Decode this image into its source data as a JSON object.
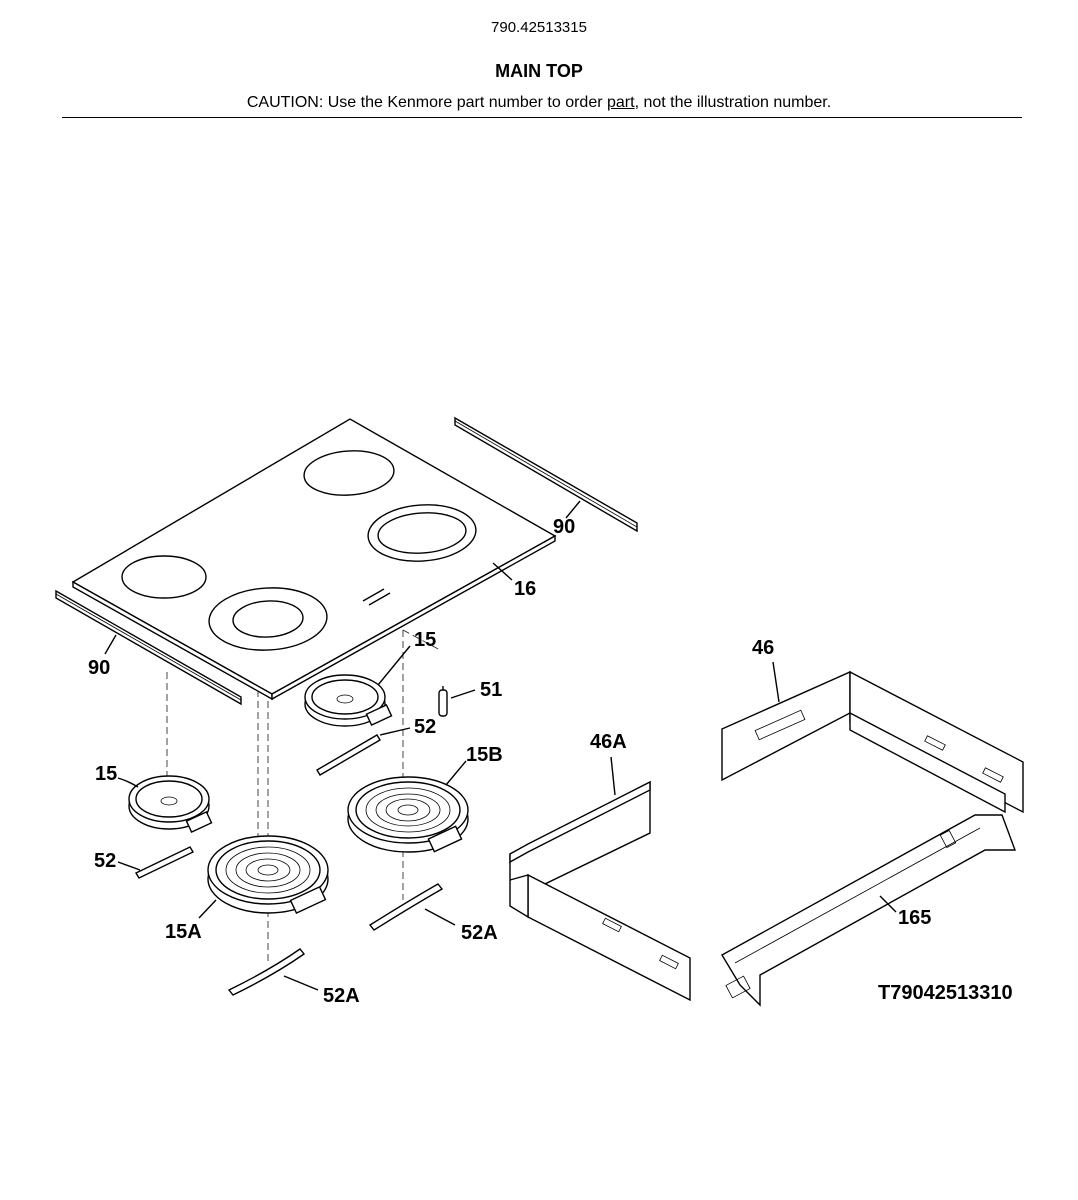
{
  "header": {
    "model_number": "790.42513315",
    "title": "MAIN TOP",
    "caution_before": "CAUTION: Use the Kenmore part number to order ",
    "caution_underlined": "part",
    "caution_after": ", not the illustration number."
  },
  "diagram": {
    "drawing_number": "T79042513310",
    "callouts": {
      "c16": "16",
      "c90_right": "90",
      "c90_left": "90",
      "c15_top": "15",
      "c51": "51",
      "c52_top": "52",
      "c15_left": "15",
      "c15b": "15B",
      "c52_left": "52",
      "c15a": "15A",
      "c52a_right": "52A",
      "c52a_bottom": "52A",
      "c46": "46",
      "c46a": "46A",
      "c165": "165"
    }
  }
}
